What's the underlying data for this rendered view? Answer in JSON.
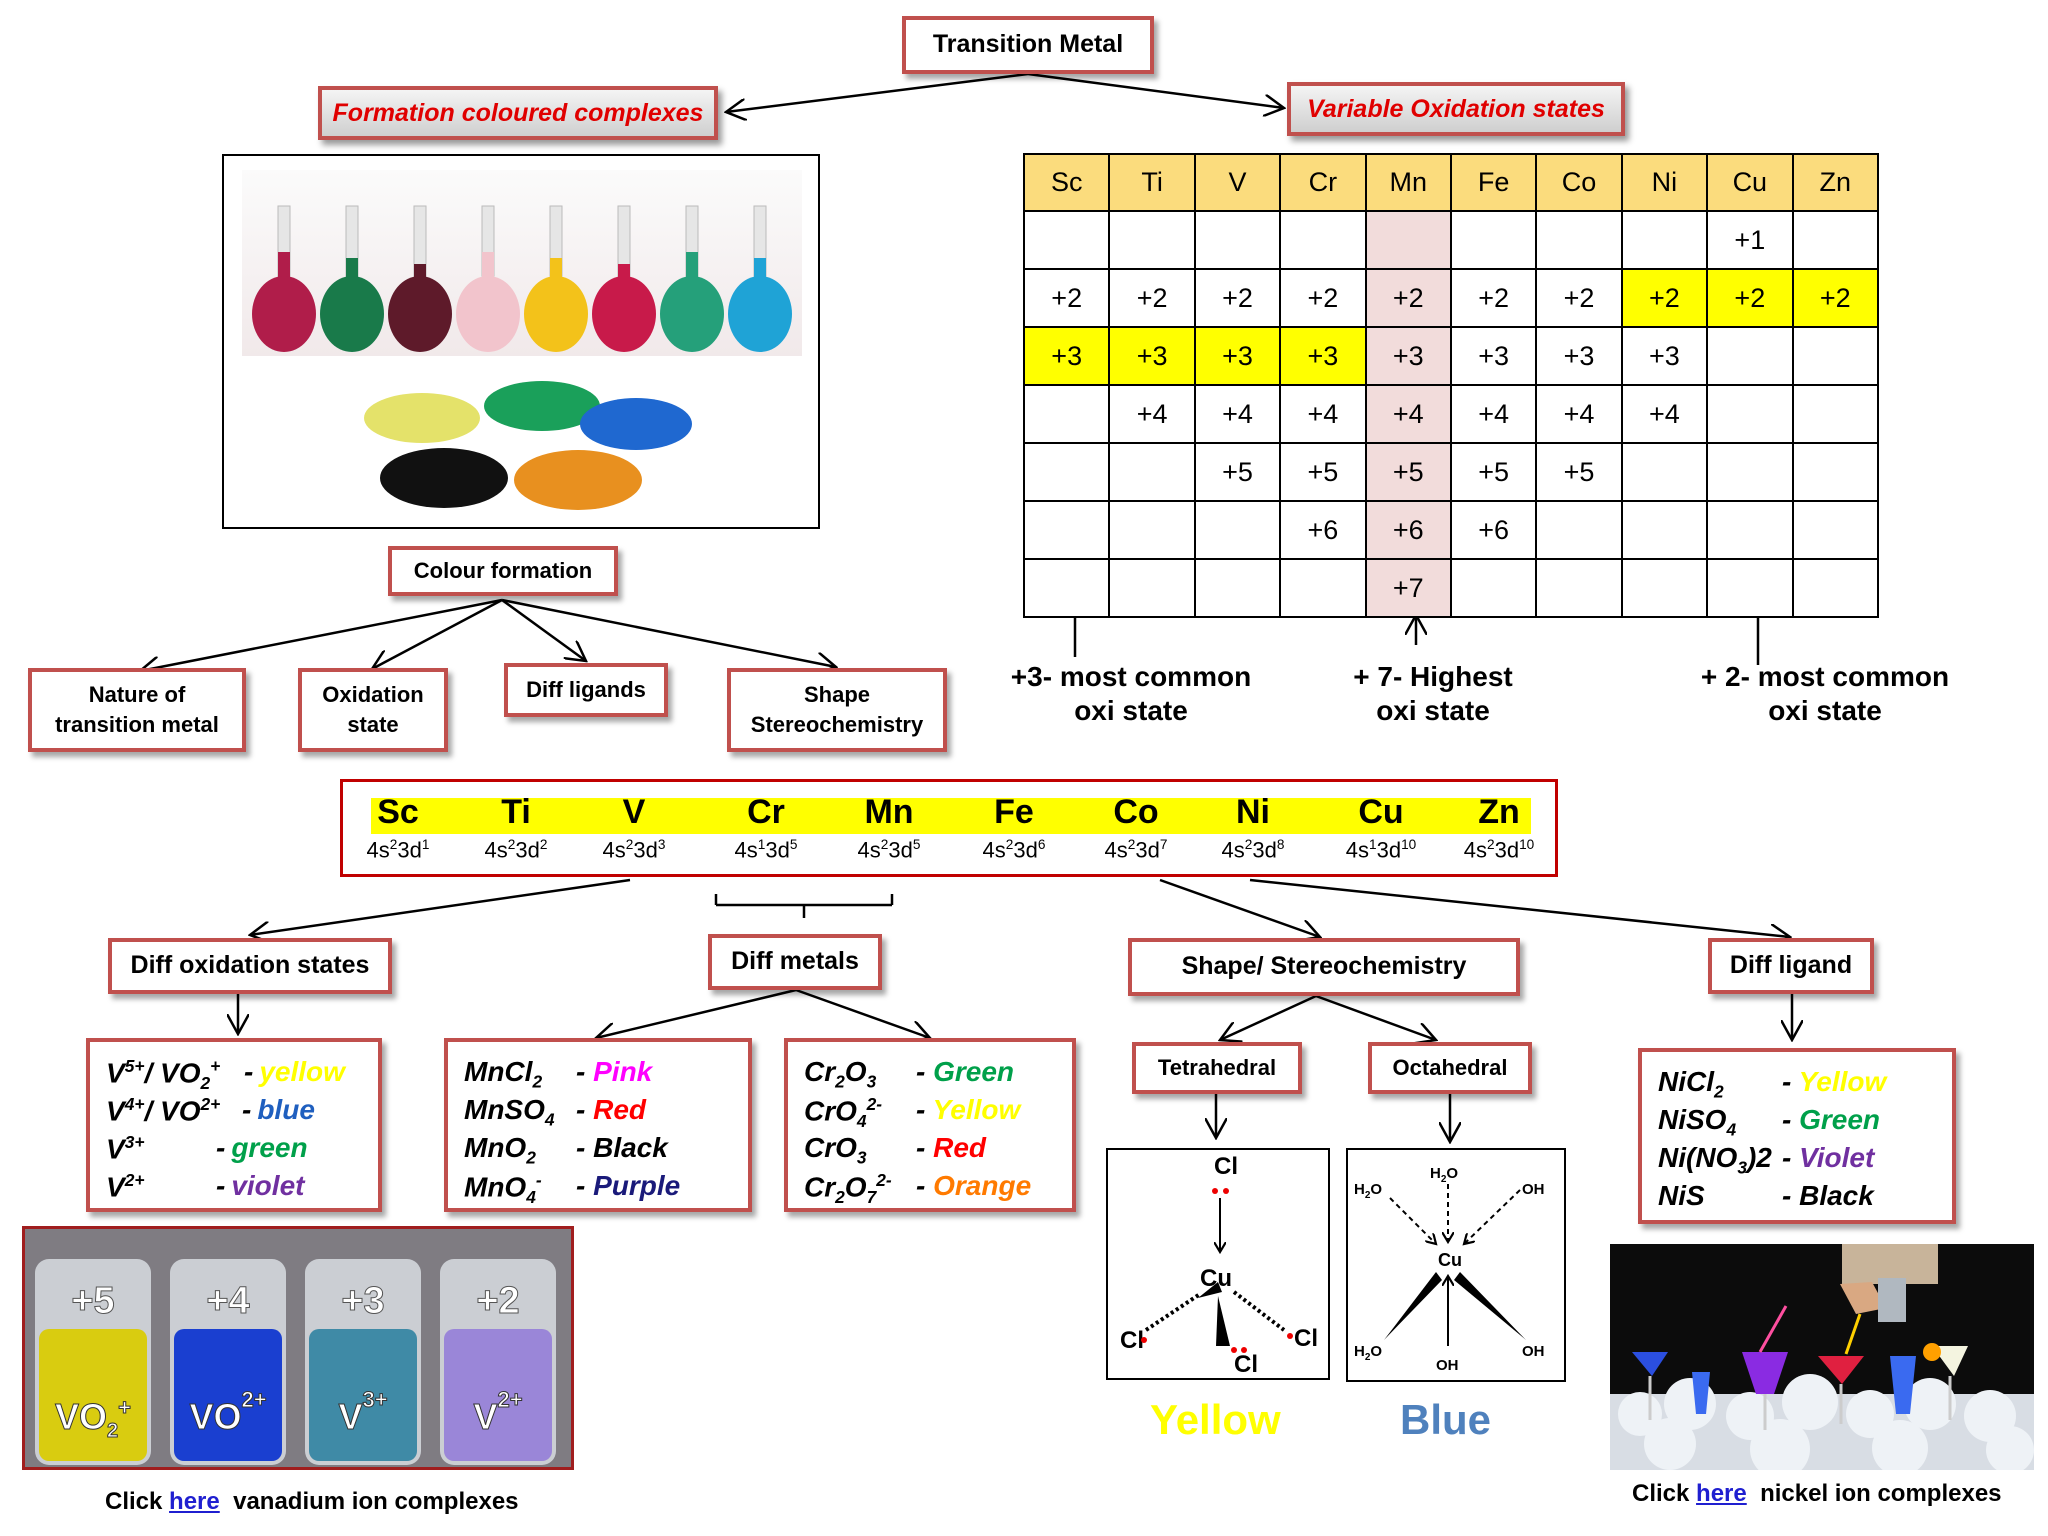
{
  "title": "Transition Metal",
  "branch_left": "Formation coloured complexes",
  "branch_right": "Variable Oxidation states",
  "ox_table": {
    "headers": [
      "Sc",
      "Ti",
      "V",
      "Cr",
      "Mn",
      "Fe",
      "Co",
      "Ni",
      "Cu",
      "Zn"
    ],
    "rows": [
      [
        "",
        "",
        "",
        "",
        "",
        "",
        "",
        "",
        "+1",
        ""
      ],
      [
        "+2",
        "+2",
        "+2",
        "+2",
        "+2",
        "+2",
        "+2",
        "+2",
        "+2",
        "+2"
      ],
      [
        "+3",
        "+3",
        "+3",
        "+3",
        "+3",
        "+3",
        "+3",
        "+3",
        "",
        ""
      ],
      [
        "",
        "+4",
        "+4",
        "+4",
        "+4",
        "+4",
        "+4",
        "+4",
        "",
        ""
      ],
      [
        "",
        "",
        "+5",
        "+5",
        "+5",
        "+5",
        "+5",
        "",
        "",
        ""
      ],
      [
        "",
        "",
        "",
        "+6",
        "+6",
        "+6",
        "",
        "",
        "",
        ""
      ],
      [
        "",
        "",
        "",
        "",
        "+7",
        "",
        "",
        "",
        "",
        ""
      ]
    ],
    "highlight_color": "#ffff00",
    "header_color": "#fbdc7d",
    "mn_column_color": "#f2dcdb"
  },
  "notes": {
    "common3": [
      "+3- most common",
      "oxi state"
    ],
    "highest7": [
      "+ 7- Highest",
      "oxi state"
    ],
    "common2": [
      "+ 2- most common",
      "oxi state"
    ]
  },
  "colour_formation": {
    "title": "Colour formation",
    "factors": [
      [
        "Nature of",
        "transition metal"
      ],
      [
        "Oxidation",
        "state"
      ],
      [
        "Diff ligands"
      ],
      [
        "Shape",
        "Stereochemistry"
      ]
    ]
  },
  "electron_config": {
    "elements": [
      "Sc",
      "Ti",
      "V",
      "Cr",
      "Mn",
      "Fe",
      "Co",
      "Ni",
      "Cu",
      "Zn"
    ],
    "configs": [
      [
        "4s",
        "2",
        "3d",
        "1"
      ],
      [
        "4s",
        "2",
        "3d",
        "2"
      ],
      [
        "4s",
        "2",
        "3d",
        "3"
      ],
      [
        "4s",
        "1",
        "3d",
        "5"
      ],
      [
        "4s",
        "2",
        "3d",
        "5"
      ],
      [
        "4s",
        "2",
        "3d",
        "6"
      ],
      [
        "4s",
        "2",
        "3d",
        "7"
      ],
      [
        "4s",
        "2",
        "3d",
        "8"
      ],
      [
        "4s",
        "1",
        "3d",
        "10"
      ],
      [
        "4s",
        "2",
        "3d",
        "10"
      ]
    ]
  },
  "categories": {
    "diff_ox": "Diff oxidation states",
    "diff_metals": "Diff metals",
    "shape": "Shape/ Stereochemistry",
    "diff_ligand": "Diff ligand",
    "tetrahedral": "Tetrahedral",
    "octahedral": "Octahedral"
  },
  "vanadium": {
    "rows": [
      {
        "ion": "V",
        "charge": "5+",
        "ion2": "VO",
        "sub": "2",
        "charge2": "+",
        "sep": "-",
        "colour": "yellow",
        "hex": "#ffff00"
      },
      {
        "ion": "V",
        "charge": "4+",
        "ion2": "VO",
        "sub": "",
        "charge2": "2+",
        "sep": "-",
        "colour": "blue",
        "hex": "#1f5fbf"
      },
      {
        "ion": "V",
        "charge": "3+",
        "ion2": "",
        "sub": "",
        "charge2": "",
        "sep": "-",
        "colour": "green",
        "hex": "#00a04a"
      },
      {
        "ion": "V",
        "charge": "2+",
        "ion2": "",
        "sub": "",
        "charge2": "",
        "sep": "-",
        "colour": "violet",
        "hex": "#7030a0"
      }
    ]
  },
  "mn": {
    "rows": [
      {
        "f": [
          "MnCl",
          "2",
          ""
        ],
        "colour": "Pink",
        "hex": "#ff00ff"
      },
      {
        "f": [
          "MnSO",
          "4",
          ""
        ],
        "colour": "Red",
        "hex": "#ff0000"
      },
      {
        "f": [
          "MnO",
          "2",
          ""
        ],
        "colour": "Black",
        "hex": "#000000"
      },
      {
        "f": [
          "MnO",
          "4",
          "-"
        ],
        "colour": "Purple",
        "hex": "#1a1a7a"
      }
    ]
  },
  "cr": {
    "rows": [
      {
        "f": [
          "Cr",
          "2",
          "O",
          "3",
          ""
        ],
        "colour": "Green",
        "hex": "#00a04a"
      },
      {
        "f": [
          "CrO",
          "4",
          "",
          "",
          "2-"
        ],
        "colour": "Yellow",
        "hex": "#ffff00"
      },
      {
        "f": [
          "CrO",
          "3",
          "",
          "",
          ""
        ],
        "colour": "Red",
        "hex": "#ff0000"
      },
      {
        "f": [
          "Cr",
          "2",
          "O",
          "7",
          "2-"
        ],
        "colour": "Orange",
        "hex": "#ff7a00"
      }
    ]
  },
  "ni": {
    "rows": [
      {
        "f": [
          "NiCl",
          "2",
          ""
        ],
        "colour": "Yellow",
        "hex": "#ffff00"
      },
      {
        "f": [
          "NiSO",
          "4",
          ""
        ],
        "colour": "Green",
        "hex": "#00a04a"
      },
      {
        "f": [
          "Ni(NO",
          "3",
          ")2"
        ],
        "colour": "Violet",
        "hex": "#7030a0"
      },
      {
        "f": [
          "NiS",
          "",
          ""
        ],
        "colour": "Black",
        "hex": "#000000"
      }
    ]
  },
  "shape_colours": {
    "yellow": "Yellow",
    "blue": "Blue",
    "yellow_hex": "#ffff00",
    "blue_hex": "#4f81bd"
  },
  "molecules": {
    "tetra": {
      "center": "Cu",
      "ligand": "Cl"
    },
    "octa": {
      "center": "Cu",
      "h2o": "H",
      "two": "2",
      "o": "O",
      "oh": "OH"
    }
  },
  "vials": {
    "labels": [
      "+5",
      "+4",
      "+3",
      "+2"
    ],
    "ions": [
      [
        "VO",
        "2",
        "+"
      ],
      [
        "VO",
        "",
        "2+"
      ],
      [
        "V",
        "",
        "3+"
      ],
      [
        "V",
        "",
        "2+"
      ]
    ]
  },
  "captions": {
    "vanadium": {
      "pre": "Click",
      "link": "here",
      "post": "vanadium ion complexes"
    },
    "nickel": {
      "pre": "Click",
      "link": "here",
      "post": "nickel ion complexes"
    }
  }
}
